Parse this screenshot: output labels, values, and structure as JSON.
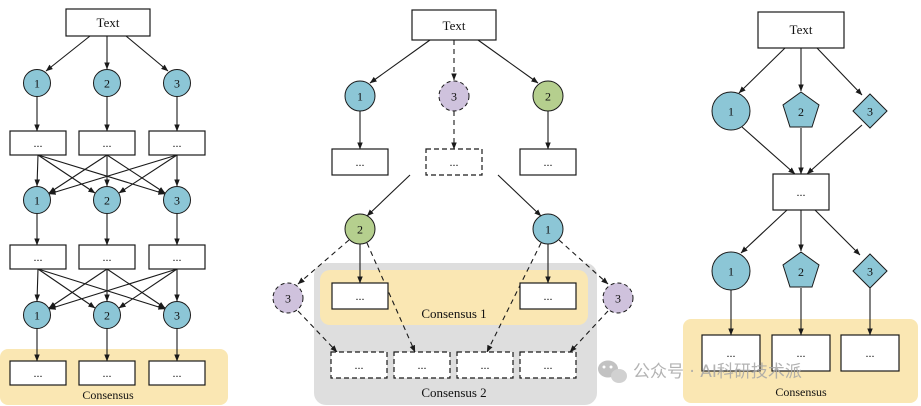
{
  "colors": {
    "blue_node": "#8cc6d6",
    "green_node": "#b5cf8e",
    "purple_node": "#cfc2dd",
    "consensus_fill": "#fae7b3",
    "consensus2_fill": "#dedede",
    "stroke": "#1a1a1a"
  },
  "left": {
    "text_box": "Text",
    "layer_nodes": [
      "1",
      "2",
      "3"
    ],
    "box_label": "...",
    "consensus_label": "Consensus"
  },
  "middle": {
    "text_box": "Text",
    "first_nodes": [
      "1",
      "3",
      "2"
    ],
    "box_label": "...",
    "second_nodes": [
      "2",
      "1"
    ],
    "side_nodes": [
      "3",
      "3"
    ],
    "consensus1_label": "Consensus 1",
    "consensus2_label": "Consensus 2"
  },
  "right": {
    "text_box": "Text",
    "shape_nodes": [
      {
        "label": "1",
        "shape": "circle"
      },
      {
        "label": "2",
        "shape": "pentagon"
      },
      {
        "label": "3",
        "shape": "diamond"
      }
    ],
    "box_label": "...",
    "consensus_label": "Consensus"
  },
  "watermark": {
    "text": "公众号 · AI科研技术派",
    "icon": "wechat-icon"
  }
}
